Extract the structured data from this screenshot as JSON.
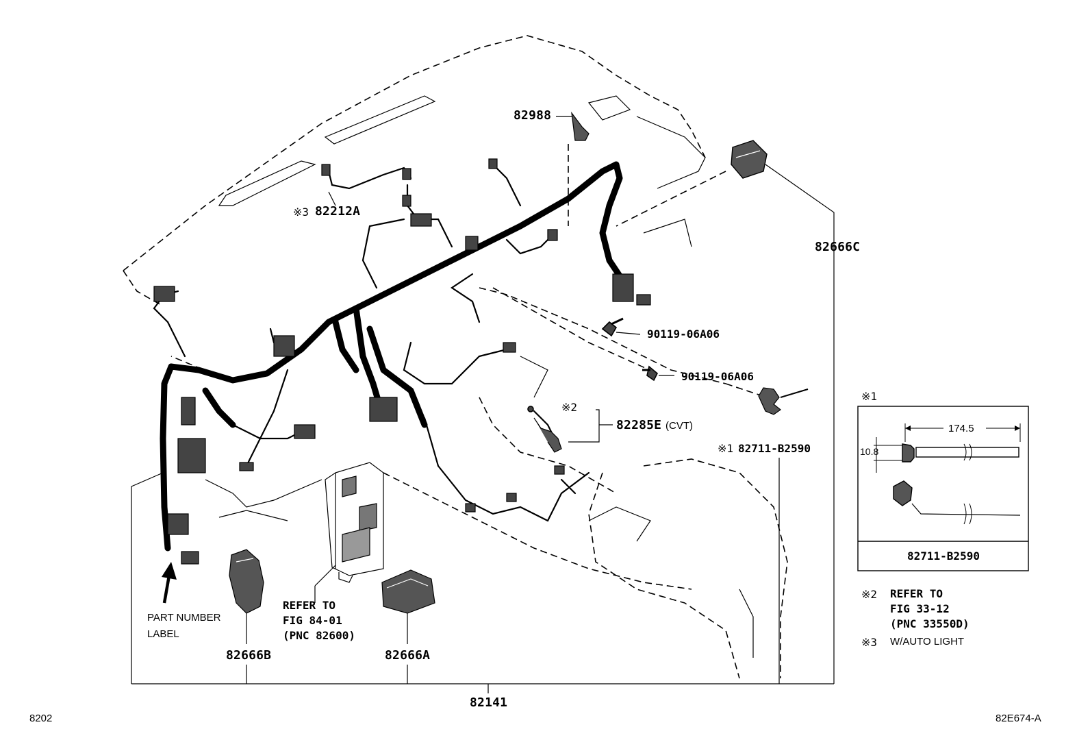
{
  "labels": {
    "p82988": "82988",
    "p82212a": "82212A",
    "p82212a_mark": "※3",
    "p82666c": "82666C",
    "p90119_a": "90119-06A06",
    "p90119_b": "90119-06A06",
    "p82285e": "82285E",
    "p82285e_suffix": "(CVT)",
    "mark2": "※2",
    "p82711": "82711-B2590",
    "p82711_mark": "※1",
    "p82666b": "82666B",
    "p82666a": "82666A",
    "p82141": "82141",
    "part_number_label_line1": "PART NUMBER",
    "part_number_label_line2": "LABEL",
    "refer_line1": "REFER TO",
    "refer_line2": "FIG 84-01",
    "refer_line3": "(PNC 82600)"
  },
  "inset": {
    "mark": "※1",
    "dim_length": "174.5",
    "dim_height": "10.8",
    "part": "82711-B2590"
  },
  "notes": {
    "note2_mark": "※2",
    "note2_line1": "REFER TO",
    "note2_line2": "FIG 33-12",
    "note2_line3": "(PNC 33550D)",
    "note3_mark": "※3",
    "note3_text": "W/AUTO LIGHT"
  },
  "footer": {
    "left_code": "8202",
    "right_code": "82E674-A"
  }
}
